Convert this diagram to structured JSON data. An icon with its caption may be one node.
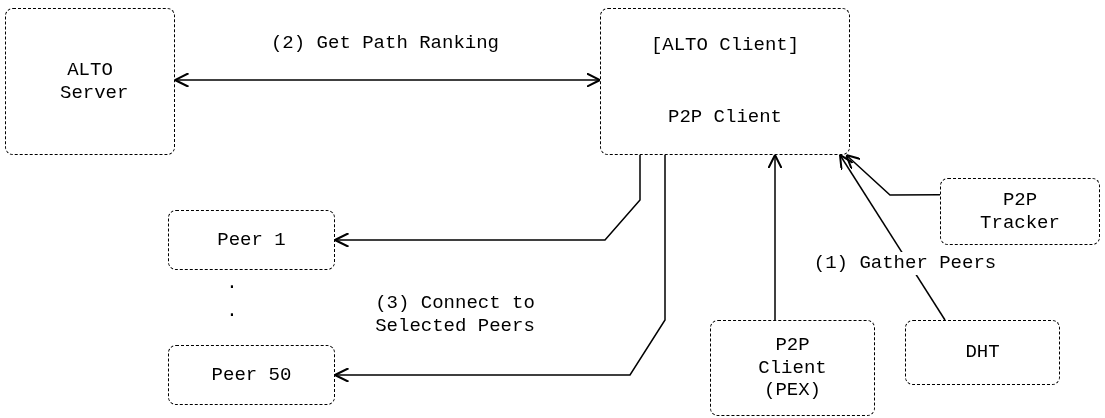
{
  "diagram": {
    "nodes": [
      {
        "text": [
          "ALTO Server"
        ]
      },
      {
        "text": [
          "[ALTO Client]",
          "P2P Client"
        ]
      },
      {
        "text": [
          "P2P Tracker"
        ]
      },
      {
        "text": [
          "Peer 1"
        ]
      },
      {
        "text": [
          "Peer 50"
        ]
      },
      {
        "text": [
          "P2P Client (PEX)"
        ]
      },
      {
        "text": [
          "DHT"
        ]
      }
    ],
    "edges": [
      {
        "from": 0,
        "to": 1,
        "arrow": "both",
        "label": "(2) Get Path Ranking"
      },
      {
        "from": 2,
        "to": 1,
        "arrow": "to"
      },
      {
        "from": 5,
        "to": 1,
        "arrow": "to"
      },
      {
        "from": 6,
        "to": 1,
        "arrow": "to"
      },
      {
        "from": 1,
        "to": 3,
        "arrow": "to"
      },
      {
        "from": 1,
        "to": 4,
        "arrow": "to"
      }
    ],
    "labels": [
      ".",
      ".",
      "(1) Gather Peers",
      "(3) Connect to Selected Peers"
    ]
  }
}
